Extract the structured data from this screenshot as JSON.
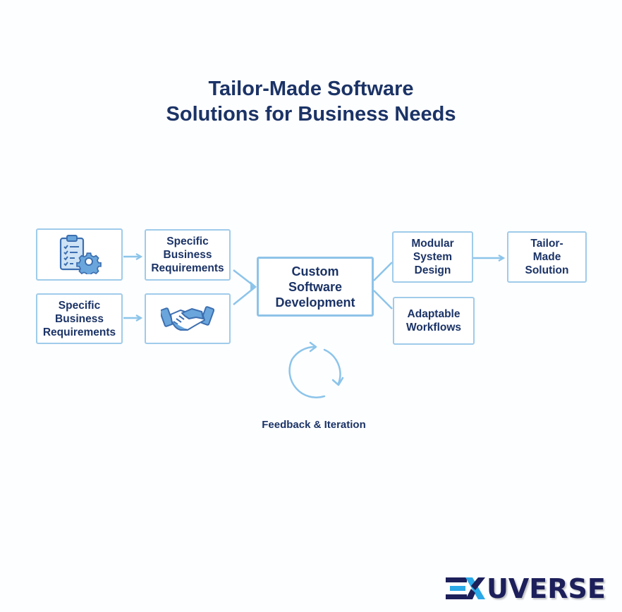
{
  "title": {
    "line1": "Tailor-Made Software",
    "line2": "Solutions for Business Needs"
  },
  "nodes": {
    "checklist": {
      "icon": "clipboard-gear-icon"
    },
    "requirements_top": {
      "label": "Specific\nBusiness\nRequirements"
    },
    "requirements_bottom": {
      "label": "Specific\nBusiness\nRequirements"
    },
    "handshake": {
      "icon": "handshake-icon"
    },
    "custom_dev": {
      "label": "Custom\nSoftware\nDevelopment"
    },
    "modular": {
      "label": "Modular\nSystem\nDesign"
    },
    "adaptable": {
      "label": "Adaptable\nWorkflows"
    },
    "solution": {
      "label": "Tailor-\nMade\nSolution"
    }
  },
  "feedback": {
    "icon": "cycle-arrows-icon",
    "label": "Feedback & Iteration"
  },
  "logo": {
    "mark": "exu-mark-icon",
    "text": "UVERSE"
  },
  "colors": {
    "title": "#1b3366",
    "border": "#9fcbea",
    "arrow": "#8cc4ea",
    "icon_fill": "#6aa6dc",
    "logo_dark": "#1c1f5a",
    "logo_accent": "#2aa8e8"
  }
}
